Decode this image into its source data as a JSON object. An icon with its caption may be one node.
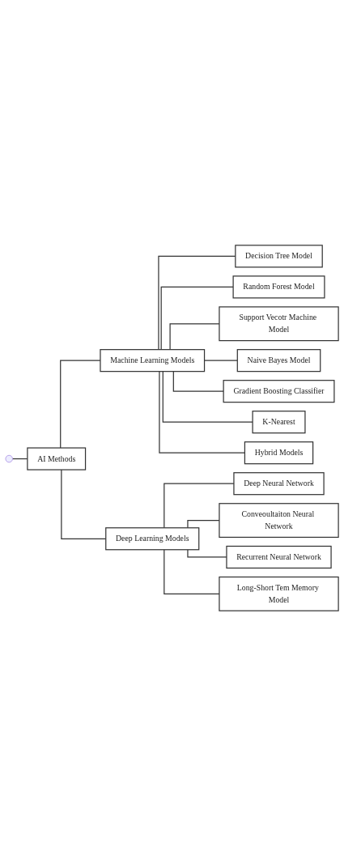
{
  "diagram": {
    "nodes": [
      {
        "text": [
          "AI Methods"
        ]
      },
      {
        "text": [
          "Machine Learning Models"
        ]
      },
      {
        "text": [
          "Deep Learning Models"
        ]
      },
      {
        "text": [
          "Decision Tree Model"
        ]
      },
      {
        "text": [
          "Random Forest Model"
        ]
      },
      {
        "text": [
          "Support Vecotr Machine Model"
        ]
      },
      {
        "text": [
          "Naive Bayes Model"
        ]
      },
      {
        "text": [
          "Gradient Boosting Classifier"
        ]
      },
      {
        "text": [
          "K-Nearest"
        ]
      },
      {
        "text": [
          "Hybrid Models"
        ]
      },
      {
        "text": [
          "Deep Neural Network"
        ]
      },
      {
        "text": [
          "Conveoultaiton Neural Network"
        ]
      },
      {
        "text": [
          "Recurrent Neural Network"
        ]
      },
      {
        "text": [
          "Long-Short Tem Memory Model"
        ]
      }
    ],
    "edges": [
      {
        "from": null,
        "to": 0,
        "arrow": "none"
      },
      {
        "from": 0,
        "to": 1,
        "arrow": "none"
      },
      {
        "from": 0,
        "to": 2,
        "arrow": "none"
      },
      {
        "from": 1,
        "to": 3,
        "arrow": "none"
      },
      {
        "from": 1,
        "to": 4,
        "arrow": "none"
      },
      {
        "from": 1,
        "to": 5,
        "arrow": "none"
      },
      {
        "from": 1,
        "to": 6,
        "arrow": "none"
      },
      {
        "from": 1,
        "to": 7,
        "arrow": "none"
      },
      {
        "from": 1,
        "to": 8,
        "arrow": "none"
      },
      {
        "from": 1,
        "to": 9,
        "arrow": "none"
      },
      {
        "from": 2,
        "to": 10,
        "arrow": "none"
      },
      {
        "from": 2,
        "to": 11,
        "arrow": "none"
      },
      {
        "from": 2,
        "to": 12,
        "arrow": "none"
      },
      {
        "from": 2,
        "to": 13,
        "arrow": "none"
      }
    ]
  }
}
